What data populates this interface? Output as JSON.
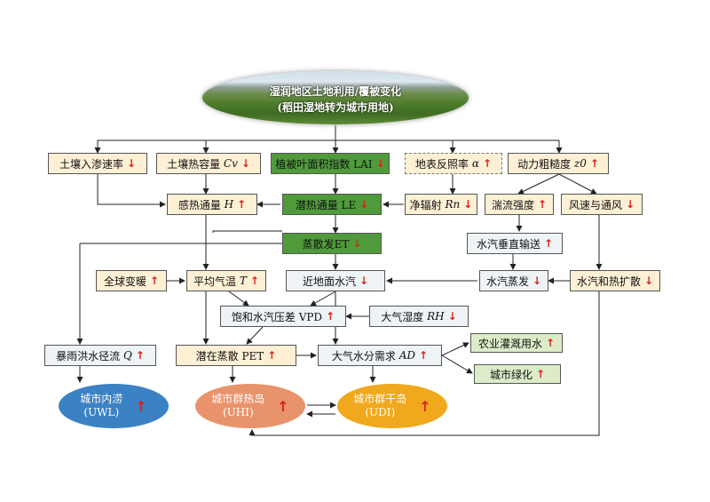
{
  "top": {
    "title": "湿润地区土地利用/覆被变化",
    "subtitle": "(稻田湿地转为城市用地)"
  },
  "nodes": {
    "infiltration": {
      "label": "土壤入渗速率",
      "arrow": "↓"
    },
    "heat_capacity": {
      "label": "土壤热容量",
      "symbol": "Cv",
      "arrow": "↓"
    },
    "lai": {
      "label": "植被叶面积指数 LAI",
      "arrow": "↓"
    },
    "albedo": {
      "label": "地表反照率",
      "symbol": "α",
      "arrow": "↑"
    },
    "roughness": {
      "label": "动力粗糙度",
      "symbol": "z0",
      "arrow": "↑"
    },
    "sensible_heat": {
      "label": "感热通量",
      "symbol": "H",
      "arrow": "↑"
    },
    "latent_heat": {
      "label": "潜热通量 LE",
      "arrow": "↓"
    },
    "net_radiation": {
      "label": "净辐射",
      "symbol": "Rn",
      "arrow": "↓"
    },
    "turbulence": {
      "label": "湍流强度",
      "arrow": "↑"
    },
    "wind": {
      "label": "风速与通风",
      "arrow": "↓"
    },
    "et": {
      "label": "蒸散发ET",
      "arrow": "↓"
    },
    "vertical_transport": {
      "label": "水汽垂直输送",
      "arrow": "↑"
    },
    "global_warming": {
      "label": "全球变暖",
      "arrow": "↑"
    },
    "mean_temp": {
      "label": "平均气温",
      "symbol": "T",
      "arrow": "↑"
    },
    "near_vapor": {
      "label": "近地面水汽",
      "arrow": "↓"
    },
    "evaporation": {
      "label": "水汽蒸发",
      "arrow": "↓"
    },
    "vapor_heat_diffusion": {
      "label": "水汽和热扩散",
      "arrow": "↓"
    },
    "vpd": {
      "label": "饱和水汽压差 VPD",
      "arrow": "↑"
    },
    "rh": {
      "label": "大气湿度",
      "symbol": "RH",
      "arrow": "↓"
    },
    "runoff": {
      "label": "暴雨洪水径流",
      "symbol": "Q",
      "arrow": "↑"
    },
    "pet": {
      "label": "潜在蒸散 PET",
      "arrow": "↑"
    },
    "ad": {
      "label": "大气水分需求",
      "symbol": "AD",
      "arrow": "↑"
    },
    "irrigation": {
      "label": "农业灌溉用水",
      "arrow": "↑"
    },
    "greening": {
      "label": "城市绿化",
      "arrow": "↑"
    },
    "uwl": {
      "label": "城市内涝",
      "abbr": "(UWL)",
      "arrow": "↑"
    },
    "uhi": {
      "label": "城市群热岛",
      "abbr": "(UHI)",
      "arrow": "↑"
    },
    "udi": {
      "label": "城市群干岛",
      "abbr": "(UDI)",
      "arrow": "↑"
    }
  },
  "colors": {
    "increase_arrow": "#d8231c",
    "cream": "#fdf0d5",
    "gray": "#eef3f6",
    "green": "#4f9b3b",
    "light_green": "#dcecc8",
    "uwl": "#3a82c4",
    "uhi": "#e8936b",
    "udi": "#f0a81c"
  }
}
